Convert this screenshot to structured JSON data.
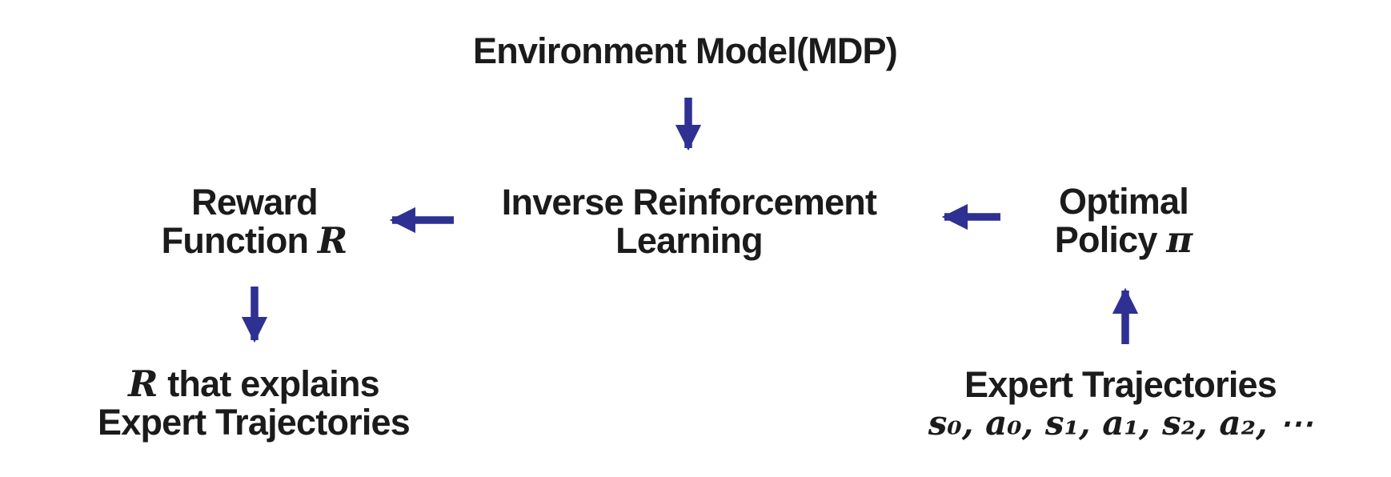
{
  "colors": {
    "background": "#ffffff",
    "text": "#1b1b1b",
    "arrow": "#2E3192"
  },
  "nodes": {
    "environment_model": {
      "label": "Environment Model(MDP)"
    },
    "inverse_rl": {
      "line1": "Inverse Reinforcement",
      "line2": "Learning"
    },
    "reward_function": {
      "line1": "Reward",
      "line2_text": "Function ",
      "line2_math": "R"
    },
    "optimal_policy": {
      "line1": "Optimal",
      "line2_text": "Policy ",
      "line2_math": "π"
    },
    "r_explains": {
      "line1_math": "R",
      "line1_text": " that explains",
      "line2": "Expert Trajectories"
    },
    "expert_trajectories": {
      "line1": "Expert Trajectories",
      "line2_math": "s₀, a₀, s₁, a₁, s₂, a₂, ⋯"
    }
  },
  "arrows": {
    "env_to_irl": {
      "direction": "down"
    },
    "irl_to_reward": {
      "direction": "left"
    },
    "policy_to_irl": {
      "direction": "left"
    },
    "reward_to_explains": {
      "direction": "down"
    },
    "trajectories_to_policy": {
      "direction": "up"
    }
  }
}
